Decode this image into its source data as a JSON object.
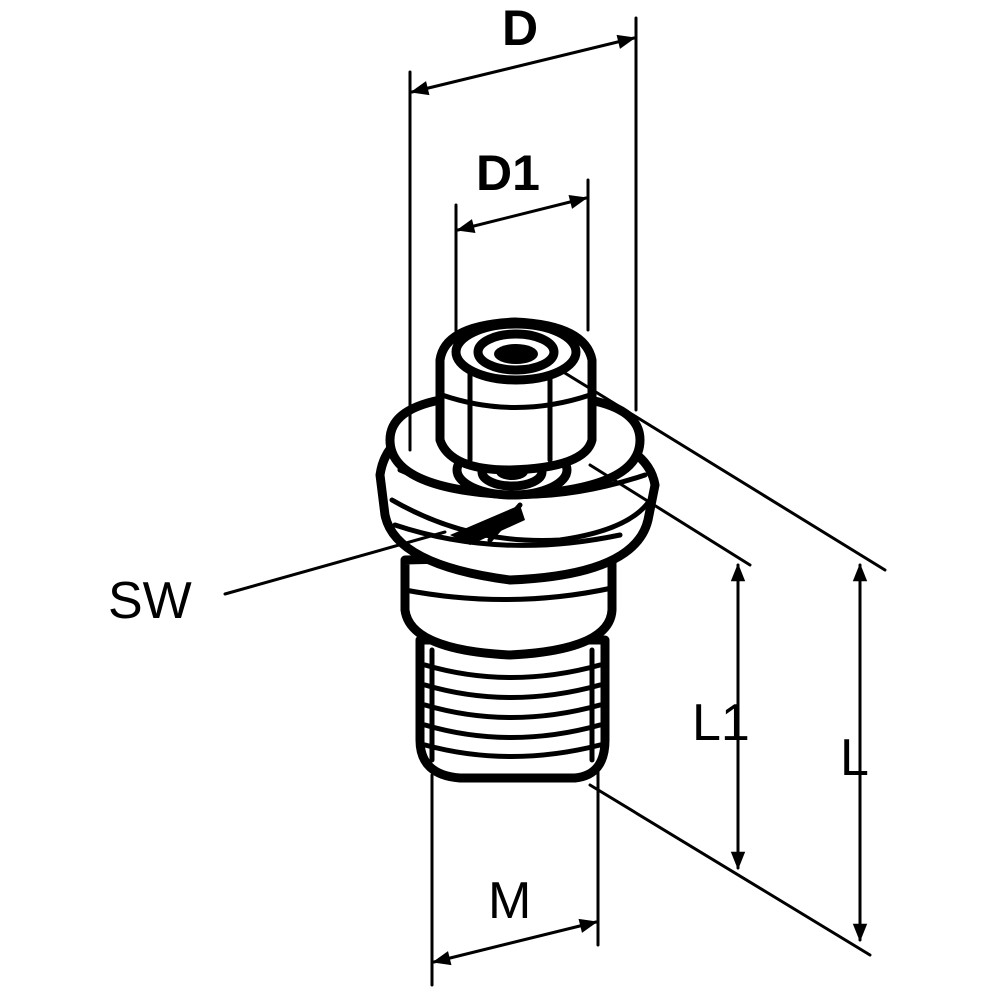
{
  "diagram": {
    "labels": {
      "d": "D",
      "d1": "D1",
      "sw": "SW",
      "l1": "L1",
      "l": "L",
      "m": "M"
    },
    "colors": {
      "ink": "#000000",
      "paper": "#ffffff"
    }
  }
}
